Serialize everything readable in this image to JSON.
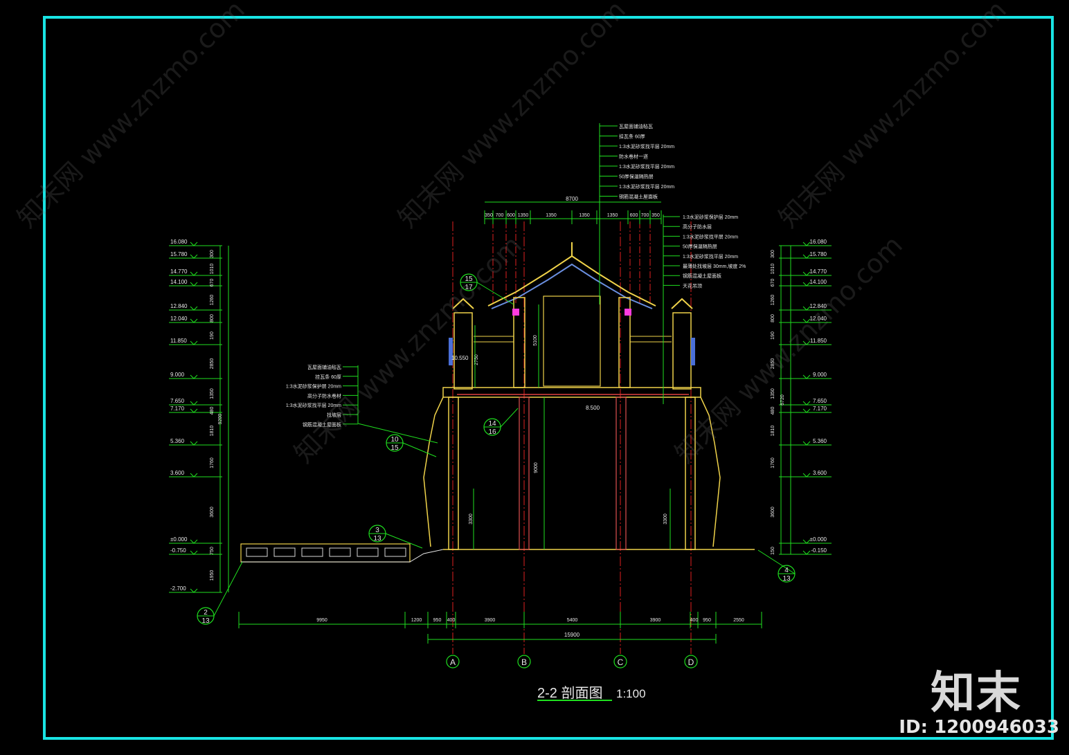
{
  "title": {
    "label": "2-2 剖面图",
    "scale": "1:100"
  },
  "colors": {
    "frame": "#19e4e4",
    "dim": "#1fe01f",
    "axis": "#e01f1f",
    "building": "#f0d34a",
    "text": "#e8e8e8",
    "accent": "#ff3be0"
  },
  "elevations_left": [
    "16.080",
    "15.780",
    "14.770",
    "14.100",
    "12.840",
    "12.040",
    "11.850",
    "9.000",
    "7.650",
    "7.170",
    "5.360",
    "3.600",
    "±0.000",
    "-0.750",
    "-2.700"
  ],
  "elevations_right": [
    "16.080",
    "15.780",
    "14.770",
    "14.100",
    "12.840",
    "12.040",
    "11.850",
    "9.000",
    "7.650",
    "7.170",
    "5.360",
    "3.600",
    "±0.000",
    "-0.150"
  ],
  "vert_dims_left": [
    "300",
    "1010",
    "670",
    "1260",
    "800",
    "190",
    "2850",
    "1350",
    "480",
    "1810",
    "1760",
    "3600",
    "750",
    "1950"
  ],
  "vert_total_left": "9200",
  "vert_dims_right": [
    "300",
    "1010",
    "670",
    "1260",
    "800",
    "190",
    "2850",
    "1350",
    "480",
    "1810",
    "1760",
    "3600",
    "150"
  ],
  "vert_total_right": "6720",
  "top_total": "8700",
  "top_dims": [
    "350",
    "700",
    "600",
    "1350",
    "1350",
    "1350",
    "1350",
    "600",
    "700",
    "350"
  ],
  "bottom_dims": [
    "9950",
    "1200",
    "950",
    "400",
    "3900",
    "5400",
    "3900",
    "400",
    "950",
    "2550"
  ],
  "bottom_total": "15900",
  "axes": [
    "A",
    "B",
    "C",
    "D"
  ],
  "roof_notes": [
    "瓦屋面铺油毡瓦",
    "挂瓦条 60厚",
    "1:3水泥砂浆找平层 20mm",
    "防水卷材一道",
    "1:3水泥砂浆找平层 20mm",
    "50厚保温隔热层",
    "1:3水泥砂浆找平层 20mm",
    "钢筋混凝土屋面板"
  ],
  "floor_notes": [
    "1:3水泥砂浆保护层 20mm",
    "高分子防水层",
    "1:3水泥砂浆找平层 20mm",
    "50厚保温隔热层",
    "1:3水泥砂浆找平层 20mm",
    "最薄处找坡层 30mm,坡度 2%",
    "钢筋混凝土屋面板",
    "天花吊顶"
  ],
  "left_notes": [
    "瓦屋面铺油毡瓦",
    "挂瓦条 60厚",
    "1:3水泥砂浆保护层 20mm",
    "高分子防水卷材",
    "1:3水泥砂浆找平层 20mm",
    "找坡层",
    "钢筋混凝土屋面板"
  ],
  "section_dims": [
    "5100",
    "2750",
    "9000",
    "3300",
    "3300"
  ],
  "inner_levels": [
    "10.550",
    "8.500"
  ],
  "callouts": [
    {
      "top": "15",
      "bottom": "17"
    },
    {
      "top": "14",
      "bottom": "16"
    },
    {
      "top": "10",
      "bottom": "15"
    },
    {
      "top": "3",
      "bottom": "13"
    },
    {
      "top": "2",
      "bottom": "13"
    },
    {
      "top": "4",
      "bottom": "13"
    }
  ],
  "watermark": "知末网 www.znzmo.com",
  "brand": "知末",
  "image_id": "ID: 1200946033"
}
